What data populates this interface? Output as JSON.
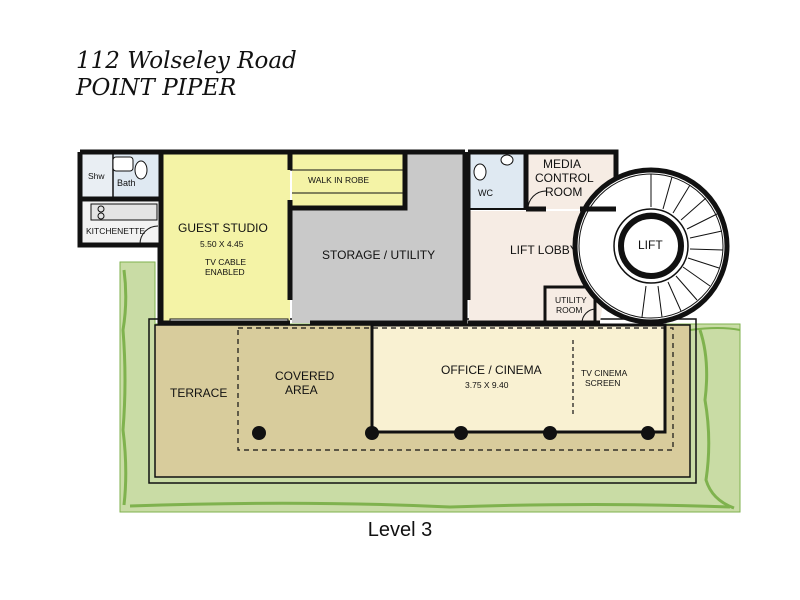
{
  "address": {
    "line1": "112  Wolseley Road",
    "line2": "POINT PIPER"
  },
  "level": "Level  3",
  "rooms": {
    "shower": "Shw",
    "bath": "Bath",
    "kitchenette": "KITCHENETTE",
    "guest_studio": "GUEST STUDIO",
    "guest_studio_size": "5.50 X 4.45",
    "guest_studio_note_1": "TV CABLE",
    "guest_studio_note_2": "ENABLED",
    "walk_in_robe": "WALK IN ROBE",
    "storage_utility": "STORAGE / UTILITY",
    "wc": "WC",
    "media_control_1": "MEDIA",
    "media_control_2": "CONTROL",
    "media_control_3": "ROOM",
    "lift_lobby": "LIFT LOBBY",
    "lift": "LIFT",
    "utility_room_1": "UTILITY",
    "utility_room_2": "ROOM",
    "terrace": "TERRACE",
    "covered_area_1": "COVERED",
    "covered_area_2": "AREA",
    "office_cinema": "OFFICE / CINEMA",
    "office_cinema_size": "3.75 X 9.40",
    "tv_cinema_1": "TV CINEMA",
    "tv_cinema_2": "SCREEN"
  },
  "colors": {
    "wall": "#111111",
    "garden": "#c9dca5",
    "garden_edge": "#7fb24e",
    "terrace": "#d8cc9c",
    "guest_studio": "#f4f3a6",
    "storage": "#c9c9c9",
    "lift_lobby": "#f6ece4",
    "office": "#f9f1d2",
    "wet_area": "#dfe9f2",
    "column": "#111111"
  }
}
